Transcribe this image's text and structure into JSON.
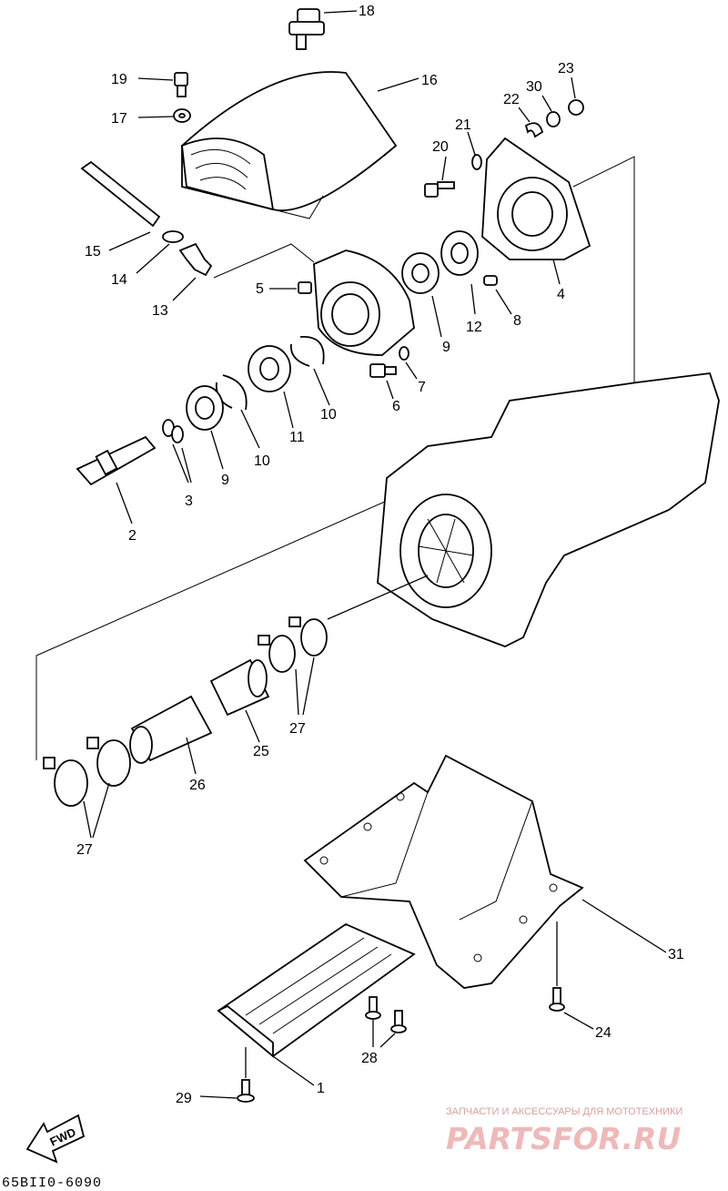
{
  "diagram_code": "65BII0-6090",
  "fwd_label": "FWD",
  "watermark": {
    "caption": "ЗАПЧАСТИ И АКСЕССУАРЫ ДЛЯ МОТОТЕХНИКИ",
    "brand": "PARTSFOR.RU"
  },
  "callouts": {
    "c1": "1",
    "c2": "2",
    "c3": "3",
    "c4": "4",
    "c5": "5",
    "c6": "6",
    "c7": "7",
    "c8": "8",
    "c9a": "9",
    "c9b": "9",
    "c10a": "10",
    "c10b": "10",
    "c11": "11",
    "c12": "12",
    "c13": "13",
    "c14": "14",
    "c15": "15",
    "c16": "16",
    "c17": "17",
    "c18": "18",
    "c19": "19",
    "c20": "20",
    "c21": "21",
    "c22": "22",
    "c23": "23",
    "c24": "24",
    "c25": "25",
    "c26": "26",
    "c27a": "27",
    "c27b": "27",
    "c28": "28",
    "c29": "29",
    "c30": "30",
    "c31": "31"
  }
}
